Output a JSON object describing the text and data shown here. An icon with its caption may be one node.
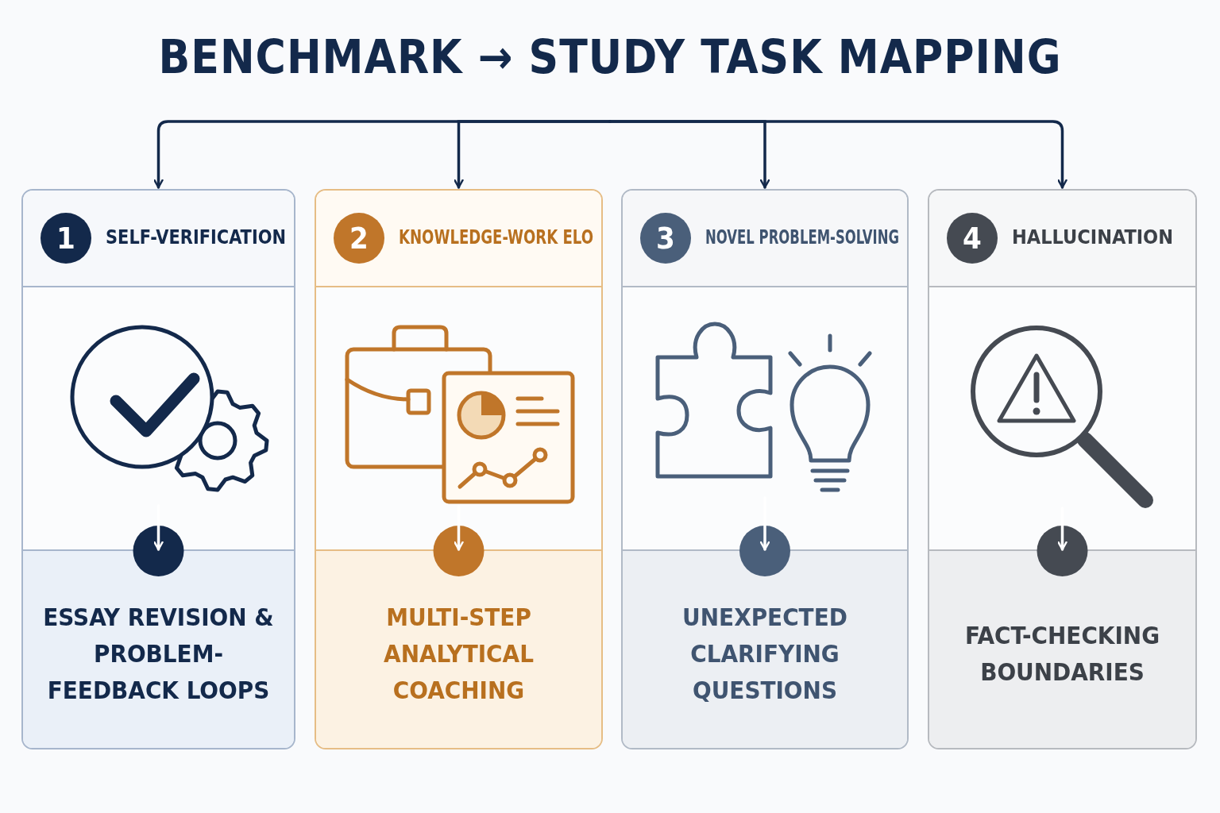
{
  "diagram": {
    "title": "BENCHMARK → STUDY TASK MAPPING",
    "nodes": [
      {
        "text": [
          "1",
          "SELF-VERIFICATION"
        ]
      },
      {
        "text": [],
        "shape": "picture",
        "in": 0
      },
      {
        "text": [
          "ESSAY REVISION & PROBLEM-FEEDBACK LOOPS"
        ],
        "in": 0
      },
      {
        "text": [
          "2",
          "KNOWLEDGE-WORK ELO"
        ]
      },
      {
        "text": [],
        "shape": "picture",
        "in": 3
      },
      {
        "text": [
          "MULTI-STEP ANALYTICAL COACHING"
        ],
        "in": 3
      },
      {
        "text": [
          "3",
          "NOVEL PROBLEM-SOLVING"
        ]
      },
      {
        "text": [],
        "shape": "picture",
        "in": 6
      },
      {
        "text": [
          "UNEXPECTED CLARIFYING QUESTIONS"
        ],
        "in": 6
      },
      {
        "text": [
          "4",
          "HALLUCINATION"
        ]
      },
      {
        "text": [],
        "shape": "picture",
        "in": 9
      },
      {
        "text": [
          "FACT-CHECKING BOUNDARIES"
        ],
        "in": 9
      }
    ],
    "edges": [
      {
        "from": null,
        "to": 0,
        "arrow": "to"
      },
      {
        "from": null,
        "to": 3,
        "arrow": "to"
      },
      {
        "from": null,
        "to": 6,
        "arrow": "to"
      },
      {
        "from": null,
        "to": 9,
        "arrow": "to"
      },
      {
        "from": 1,
        "to": 2,
        "arrow": "to",
        "color": "#ffffff"
      },
      {
        "from": 4,
        "to": 5,
        "arrow": "to",
        "color": "#ffffff"
      },
      {
        "from": 7,
        "to": 8,
        "arrow": "to",
        "color": "#ffffff"
      },
      {
        "from": 10,
        "to": 11,
        "arrow": "to",
        "color": "#ffffff"
      }
    ]
  }
}
